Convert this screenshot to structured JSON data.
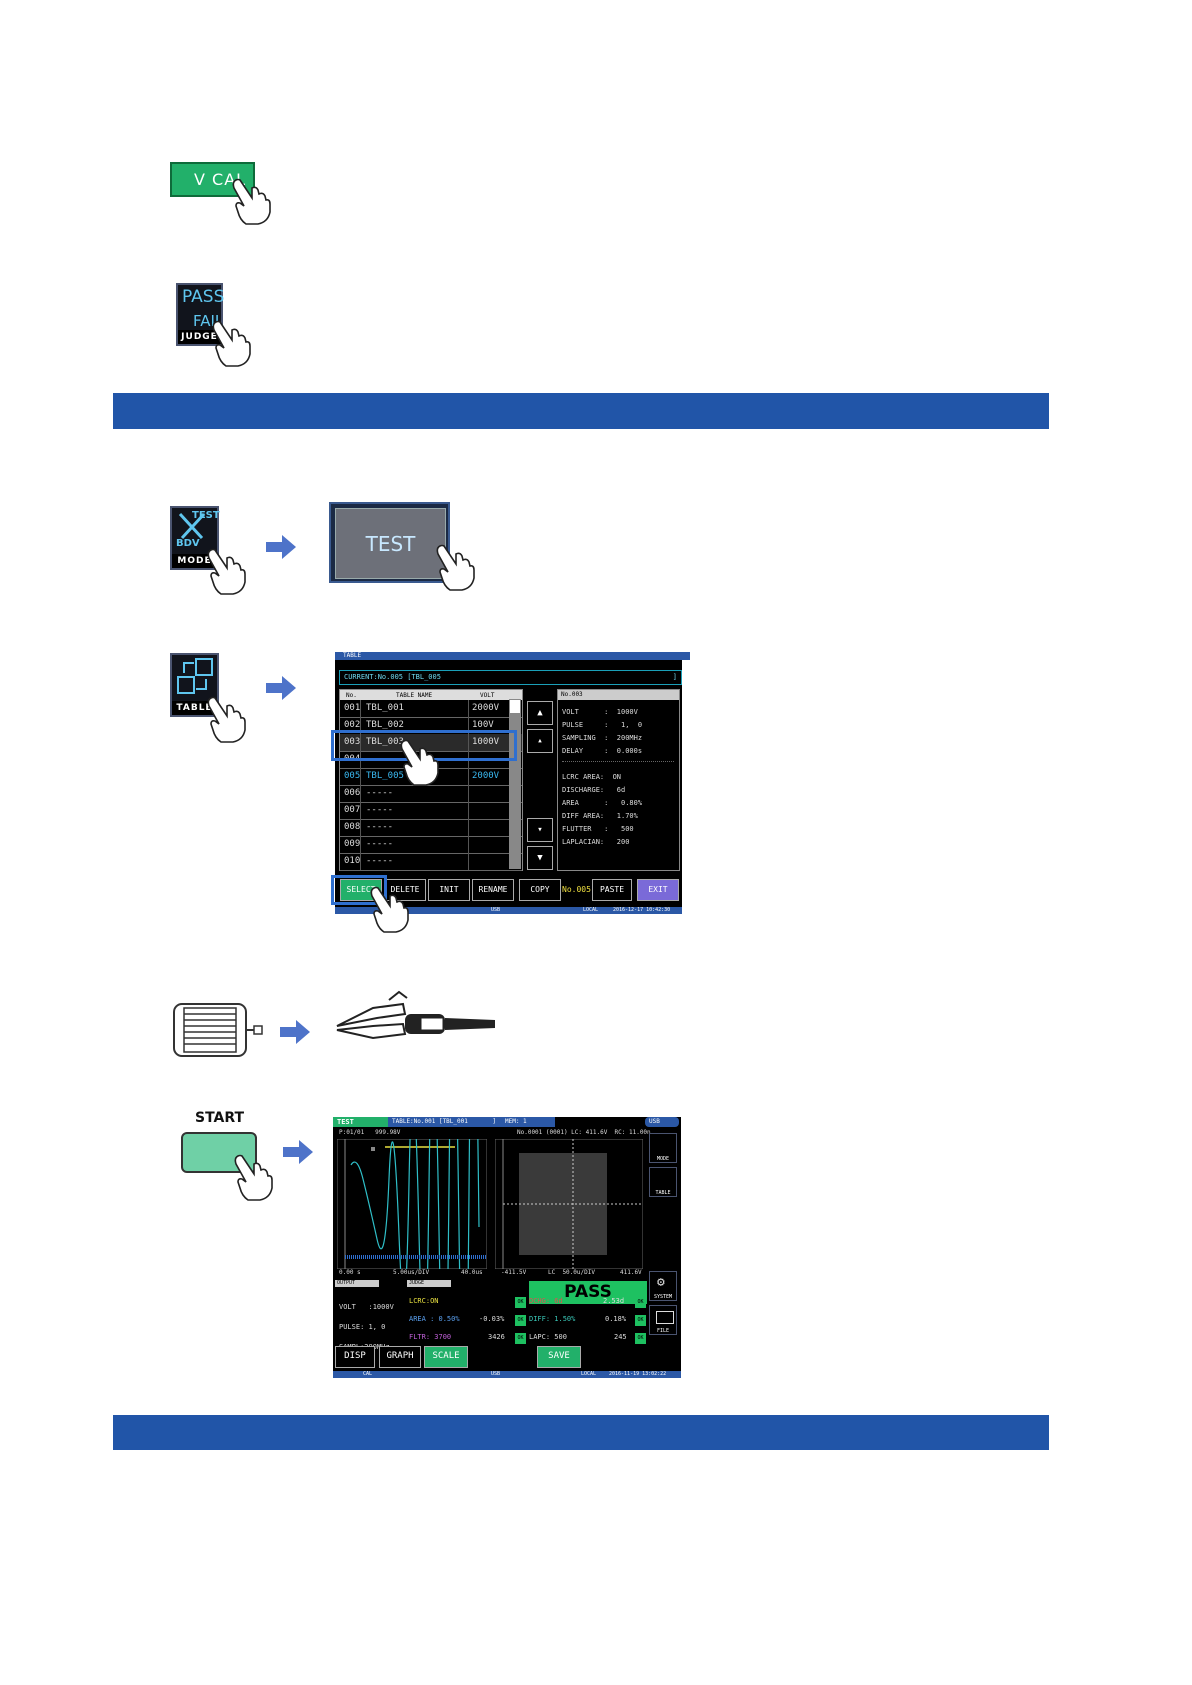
{
  "colors": {
    "band": "#2155a8",
    "accent_green": "#22b06a",
    "highlight_blue": "#2f6fcf",
    "arrow": "#4e73c9"
  },
  "vcal": {
    "label": "V CAL"
  },
  "judge_icon": {
    "line1": "PASS",
    "line2": "FAIL",
    "label": "JUDGE"
  },
  "mode_icon": {
    "line1": "TEST",
    "line2": "BDV",
    "label": "MODE"
  },
  "test_button": {
    "label": "TEST"
  },
  "table_icon": {
    "label": "TABLE"
  },
  "table_screen": {
    "title": "TABLE",
    "current": "CURRENT:No.005 [TBL_005",
    "current_end": "]",
    "col_no": "No.",
    "col_name": "TABLE NAME",
    "col_volt": "VOLT",
    "rows": [
      {
        "no": "001",
        "name": "TBL_001",
        "volt": "2000V"
      },
      {
        "no": "002",
        "name": "TBL_002",
        "volt": "100V"
      },
      {
        "no": "003",
        "name": "TBL_003",
        "volt": "1000V"
      },
      {
        "no": "004",
        "name": "-----",
        "volt": ""
      },
      {
        "no": "005",
        "name": "TBL_005",
        "volt": "2000V"
      },
      {
        "no": "006",
        "name": "-----",
        "volt": ""
      },
      {
        "no": "007",
        "name": "-----",
        "volt": ""
      },
      {
        "no": "008",
        "name": "-----",
        "volt": ""
      },
      {
        "no": "009",
        "name": "-----",
        "volt": ""
      },
      {
        "no": "010",
        "name": "-----",
        "volt": ""
      }
    ],
    "info_title": "No.003",
    "info": [
      "VOLT      :  1000V",
      "PULSE     :   1,  0",
      "SAMPLING  :  200MHz",
      "DELAY     :  0.000s",
      "LCRC AREA:  ON",
      "DISCHARGE:   6d",
      "AREA      :   0.80%",
      "DIFF AREA:   1.70%",
      "FLUTTER   :   500",
      "LAPLACIAN:   200"
    ],
    "buttons": {
      "select": "SELECT",
      "delete": "DELETE",
      "init": "INIT",
      "rename": "RENAME",
      "copy": "COPY",
      "no": "No.005",
      "paste": "PASTE",
      "exit": "EXIT"
    },
    "status": {
      "usb": "USB",
      "local": "LOCAL",
      "time": "2016-12-17 10:42:30"
    }
  },
  "start": {
    "caption": "START"
  },
  "result_screen": {
    "tab_test": "TEST",
    "tab_table": "TABLE:No.001 [TBL_001",
    "tab_table_end": "]",
    "tab_mem": "MEM: 1",
    "tab_usb": "USB",
    "wave_top": "P:01/01   999.98V",
    "wave_top_right": "No.0001 (0001) LC: 411.6V  RC: 11.00n",
    "wave_bottom_left": "0.00 s",
    "wave_bottom_mid": "5.00us/DIV",
    "wave_bottom_right": "40.0us",
    "lc_bottom_left": "-411.5V",
    "lc_bottom_mid": "LC  50.0u/DIV",
    "lc_bottom_right": "411.6V",
    "side": {
      "mode": "MODE",
      "table": "TABLE",
      "system": "SYSTEM",
      "file": "FILE"
    },
    "output_hdr": "OUTPUT",
    "judge_hdr": "JUDGE",
    "volt": "VOLT   :1000V",
    "pulse": "PULSE: 1, 0",
    "sampl": "SAMPL:200MHz",
    "pass": "PASS",
    "lcrc": "LCRC:ON",
    "area": "AREA : 0.50%",
    "area_val": "-0.03%",
    "fltr": "FLTR: 3700",
    "fltr_val": "3426",
    "dchg": "DCHG: 6d",
    "dchg_val": "2.53d",
    "diff": "DIFF: 1.50%",
    "diff_val": "0.18%",
    "lapc": "LAPC: 500",
    "lapc_val": "245",
    "ok": "OK",
    "buttons": {
      "disp": "DISP",
      "graph": "GRAPH",
      "scale": "SCALE",
      "save": "SAVE"
    },
    "status": {
      "cal": "CAL",
      "usb": "USB",
      "local": "LOCAL",
      "time": "2016-11-19 13:02:22"
    }
  }
}
